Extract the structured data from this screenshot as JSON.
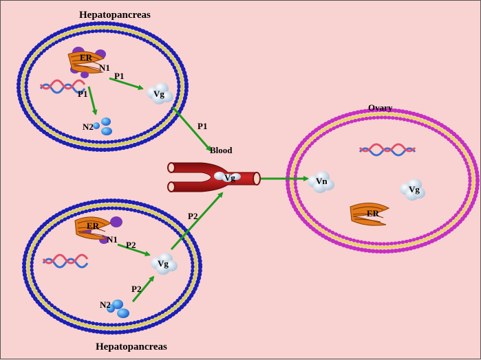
{
  "labels": {
    "hepatopancreas_top": "Hepatopancreas",
    "hepatopancreas_bottom": "Hepatopancreas",
    "ovary": "Ovary",
    "blood": "Blood",
    "er_top": "ER",
    "er_bottom": "ER",
    "er_ovary": "ER",
    "n1_top": "N1",
    "n1_bottom": "N1",
    "n2_top": "N2",
    "n2_bottom": "N2",
    "vg_top": "Vg",
    "vg_bottom": "Vg",
    "vg_blood": "Vg",
    "vg_ovary": "Vg",
    "vn_ovary": "Vn",
    "p1_a": "P1",
    "p1_b": "P1",
    "p1_c": "P1",
    "p2_a": "P2",
    "p2_b": "P2",
    "p2_c": "P2"
  },
  "colors": {
    "background": "#f8d3d1",
    "hepatopancreas_membrane_outer": "#1b1fb5",
    "hepatopancreas_membrane_inner": "#d8cf5c",
    "ovary_membrane_outer": "#c62fc3",
    "ovary_membrane_inner": "#e8d36a",
    "arrow": "#1f9a1f",
    "er": "#e27a1a",
    "vesicle": "#7a36b8",
    "nucleotide": "#1f8fe0",
    "vg_protein": "#dbe6f0",
    "blood_vessel": "#b01818"
  },
  "icons": [
    "membrane-ring",
    "endoplasmic-reticulum-icon",
    "dna-helix-icon",
    "protein-cluster-icon",
    "blood-vessel-icon",
    "arrow"
  ]
}
